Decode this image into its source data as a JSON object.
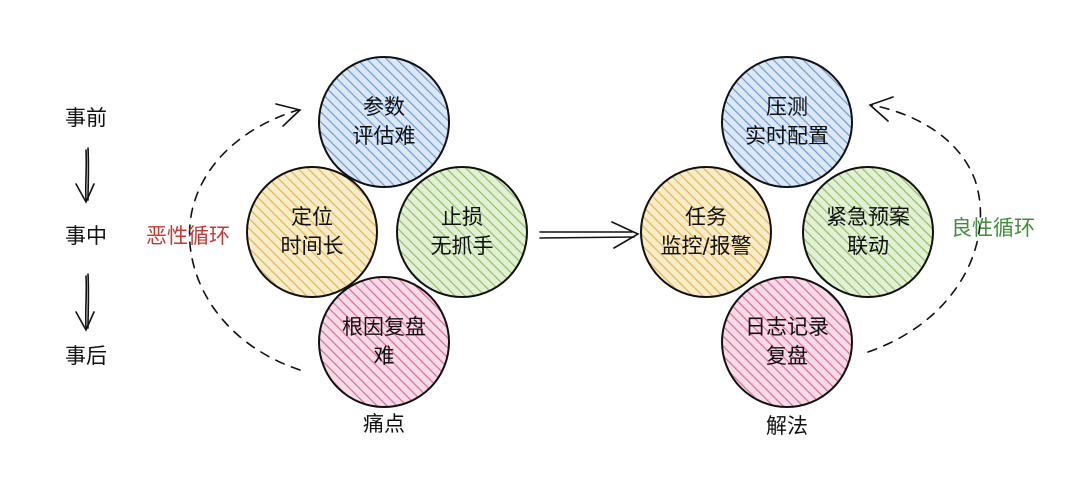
{
  "timeline": {
    "before": "事前",
    "during": "事中",
    "after": "事后"
  },
  "left_group": {
    "caption": "痛点",
    "cycle_label": "恶性循环",
    "circles": [
      {
        "id": "param",
        "lines": [
          "参数",
          "评估难"
        ],
        "color": "#6b9bd8"
      },
      {
        "id": "locate",
        "lines": [
          "定位",
          "时间长"
        ],
        "color": "#e3b451"
      },
      {
        "id": "stoploss",
        "lines": [
          "止损",
          "无抓手"
        ],
        "color": "#8fc064"
      },
      {
        "id": "rootcause",
        "lines": [
          "根因复盘",
          "难"
        ],
        "color": "#d96a97"
      }
    ]
  },
  "right_group": {
    "caption": "解法",
    "cycle_label": "良性循环",
    "circles": [
      {
        "id": "stress",
        "lines": [
          "压测",
          "实时配置"
        ],
        "color": "#6b9bd8"
      },
      {
        "id": "monitor",
        "lines": [
          "任务",
          "监控/报警"
        ],
        "color": "#e3b451"
      },
      {
        "id": "emergency",
        "lines": [
          "紧急预案",
          "联动"
        ],
        "color": "#8fc064"
      },
      {
        "id": "log",
        "lines": [
          "日志记录",
          "复盘"
        ],
        "color": "#d96a97"
      }
    ]
  },
  "colors": {
    "vicious": "#c53a32",
    "virtuous": "#3f8f3a",
    "stroke": "#111111"
  }
}
